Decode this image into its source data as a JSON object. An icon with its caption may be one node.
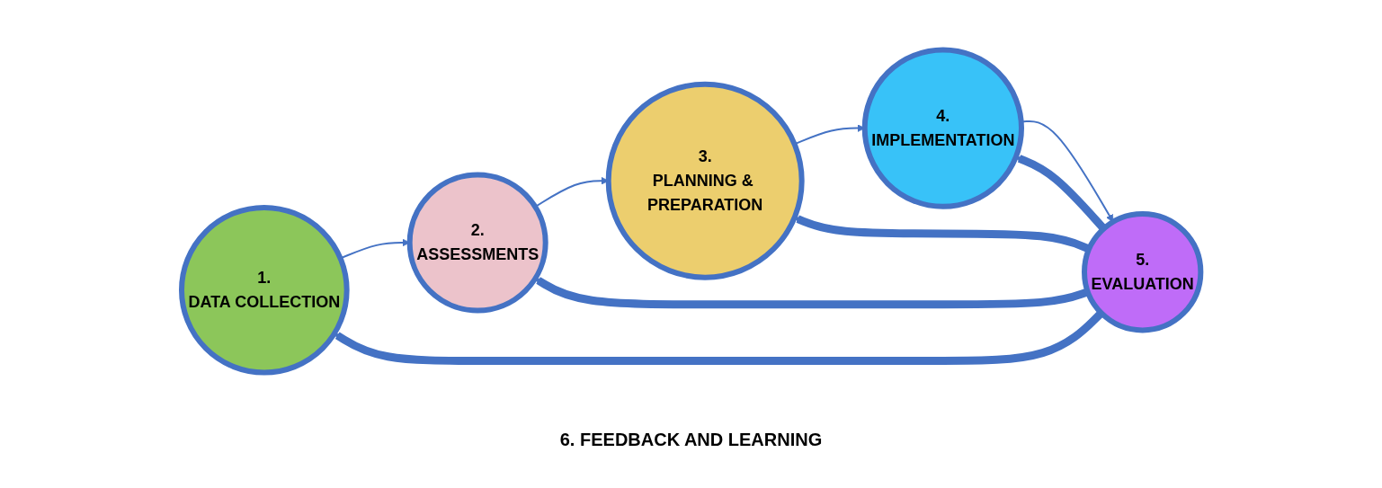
{
  "diagram": {
    "nodes": [
      {
        "text": [
          "1.",
          "DATA COLLECTION"
        ]
      },
      {
        "text": [
          "2.",
          "ASSESSMENTS"
        ]
      },
      {
        "text": [
          "3.",
          "PLANNING & PREPARATION"
        ]
      },
      {
        "text": [
          "4.",
          "IMPLEMENTATION"
        ]
      },
      {
        "text": [
          "5.",
          "EVALUATION"
        ]
      }
    ],
    "edges": [
      {
        "from": 0,
        "to": 1,
        "arrow": "to"
      },
      {
        "from": 1,
        "to": 2,
        "arrow": "to"
      },
      {
        "from": 2,
        "to": 3,
        "arrow": "to"
      },
      {
        "from": 3,
        "to": 4,
        "arrow": "to"
      },
      {
        "from": 4,
        "to": 3,
        "arrow": "to",
        "style": "thick"
      },
      {
        "from": 4,
        "to": 2,
        "arrow": "to",
        "style": "thick"
      },
      {
        "from": 4,
        "to": 1,
        "arrow": "to",
        "style": "thick"
      },
      {
        "from": 4,
        "to": 0,
        "arrow": "to",
        "style": "thick"
      }
    ],
    "labels": [
      "6. FEEDBACK AND LEARNING"
    ]
  }
}
